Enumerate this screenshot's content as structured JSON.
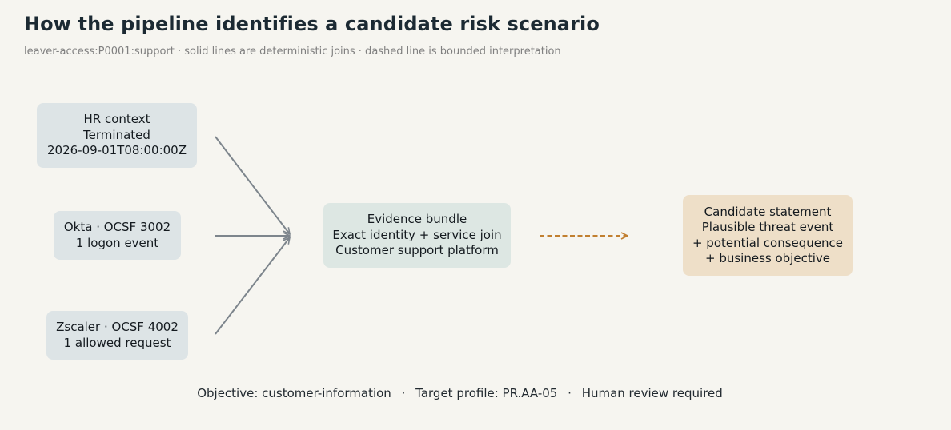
{
  "title": "How the pipeline identifies a candidate risk scenario",
  "subtitle": "leaver-access:P0001:support · solid lines are deterministic joins · dashed line is bounded interpretation",
  "nodes": {
    "hr": {
      "lines": [
        "HR context",
        "Terminated",
        "2026-09-01T08:00:00Z"
      ]
    },
    "okta": {
      "lines": [
        "Okta · OCSF 3002",
        "1 logon event"
      ]
    },
    "zscaler": {
      "lines": [
        "Zscaler · OCSF 4002",
        "1 allowed request"
      ]
    },
    "bundle": {
      "lines": [
        "Evidence bundle",
        "Exact identity + service join",
        "Customer support platform"
      ]
    },
    "candidate": {
      "lines": [
        "Candidate statement",
        "Plausible threat event",
        "+ potential consequence",
        "+ business objective"
      ]
    }
  },
  "edges": {
    "solid_color": "#7d858c",
    "dashed_color": "#c17f30"
  },
  "colors": {
    "background": "#f6f5f0",
    "source_fill": "#dde4e6",
    "bundle_fill": "#dde7e3",
    "candidate_fill": "#eedfc8"
  },
  "footer": {
    "objective": "Objective: customer-information",
    "target": "Target profile: PR.AA-05",
    "review": "Human review required",
    "separator": "·"
  }
}
